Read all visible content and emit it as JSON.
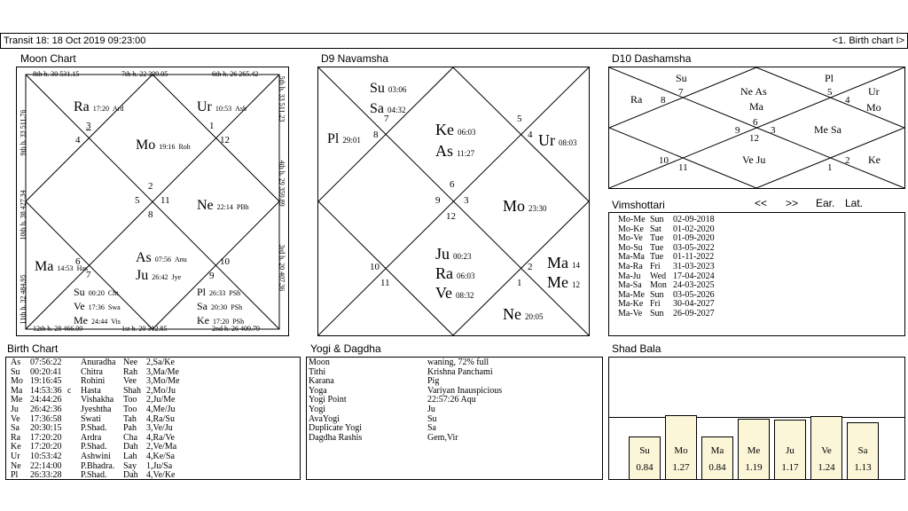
{
  "header": {
    "left": "Transit 18:   18 Oct 2019  09:23:00",
    "right": "<1. Birth chart I>"
  },
  "moon_chart": {
    "title": "Moon Chart",
    "house_labels": {
      "top": [
        "8th h.  30  531.15",
        "7th h.  22  399.05",
        "6th h.  26  265.42"
      ],
      "bottom": [
        "12th h.  28  466.09",
        "1st h.  20  312.85",
        "2nd h.  26  409.79"
      ],
      "left": [
        "9th h.  33  511.76",
        "10th h.  38  427.34",
        "11th h.  32  484.95"
      ],
      "right": [
        "5th h.  33  511.23",
        "4th h.  29  359.89",
        "3rd h.  20  407.36"
      ]
    },
    "signs": [
      "3",
      "4",
      "1",
      "12",
      "2",
      "5",
      "11",
      "8",
      "6",
      "7",
      "10",
      "9"
    ],
    "planets": [
      {
        "name": "Ra",
        "deg": "17:20",
        "nak": "Ard"
      },
      {
        "name": "Ur",
        "deg": "10:53",
        "nak": "Ash"
      },
      {
        "name": "Mo",
        "deg": "19:16",
        "nak": "Roh"
      },
      {
        "name": "Ne",
        "deg": "22:14",
        "nak": "PBh"
      },
      {
        "name": "Ma",
        "deg": "14:53",
        "nak": "Has"
      },
      {
        "name": "As",
        "deg": "07:56",
        "nak": "Anu"
      },
      {
        "name": "Ju",
        "deg": "26:42",
        "nak": "Jye"
      },
      {
        "name": "Su",
        "deg": "00:20",
        "nak": "Cht"
      },
      {
        "name": "Ve",
        "deg": "17:36",
        "nak": "Swa"
      },
      {
        "name": "Me",
        "deg": "24:44",
        "nak": "Vis"
      },
      {
        "name": "Pl",
        "deg": "26:33",
        "nak": "PSh"
      },
      {
        "name": "Sa",
        "deg": "20:30",
        "nak": "PSh"
      },
      {
        "name": "Ke",
        "deg": "17:20",
        "nak": "PSh"
      }
    ]
  },
  "d9": {
    "title": "D9 Navamsha",
    "signs": [
      "7",
      "8",
      "5",
      "4",
      "6",
      "9",
      "3",
      "12",
      "10",
      "11",
      "2",
      "1"
    ],
    "planets": [
      {
        "name": "Su",
        "deg": "03:06"
      },
      {
        "name": "Sa",
        "deg": "04:32"
      },
      {
        "name": "Pl",
        "deg": "29:01"
      },
      {
        "name": "Ke",
        "deg": "06:03"
      },
      {
        "name": "As",
        "deg": "11:27"
      },
      {
        "name": "Ur",
        "deg": "08:03"
      },
      {
        "name": "Mo",
        "deg": "23:30"
      },
      {
        "name": "Ju",
        "deg": "00:23"
      },
      {
        "name": "Ra",
        "deg": "06:03"
      },
      {
        "name": "Ve",
        "deg": "08:32"
      },
      {
        "name": "Ma",
        "deg": "14"
      },
      {
        "name": "Me",
        "deg": "12"
      },
      {
        "name": "Ne",
        "deg": "20:05"
      }
    ]
  },
  "d10": {
    "title": "D10 Dashamsha",
    "signs": [
      "7",
      "8",
      "5",
      "4",
      "6",
      "9",
      "3",
      "12",
      "10",
      "11",
      "1",
      "2"
    ],
    "planets": [
      "Su",
      "Pl",
      "Ra",
      "Ne As",
      "Ma",
      "Ur",
      "Mo",
      "Me Sa",
      "Ve Ju",
      "Ke"
    ]
  },
  "vimshottari": {
    "title": "Vimshottari",
    "nav": [
      "<<",
      ">>"
    ],
    "buttons": [
      "Ear.",
      "Lat."
    ],
    "rows": [
      [
        "Mo-Me",
        "Sun",
        "02-09-2018"
      ],
      [
        "Mo-Ke",
        "Sat",
        "01-02-2020"
      ],
      [
        "Mo-Ve",
        "Tue",
        "01-09-2020"
      ],
      [
        "Mo-Su",
        "Tue",
        "03-05-2022"
      ],
      [
        "Ma-Ma",
        "Tue",
        "01-11-2022"
      ],
      [
        "Ma-Ra",
        "Fri",
        "31-03-2023"
      ],
      [
        "Ma-Ju",
        "Wed",
        "17-04-2024"
      ],
      [
        "Ma-Sa",
        "Mon",
        "24-03-2025"
      ],
      [
        "Ma-Me",
        "Sun",
        "03-05-2026"
      ],
      [
        "Ma-Ke",
        "Fri",
        "30-04-2027"
      ],
      [
        "Ma-Ve",
        "Sun",
        "26-09-2027"
      ]
    ]
  },
  "birth_chart": {
    "title": "Birth Chart",
    "rows": [
      [
        "As",
        "07:56:22",
        "",
        "Anuradha",
        "Nee",
        "2,Sa/Ke"
      ],
      [
        "Su",
        "00:20:41",
        "",
        "Chitra",
        "Rah",
        "3,Ma/Me"
      ],
      [
        "Mo",
        "19:16:45",
        "",
        "Rohini",
        "Vee",
        "3,Mo/Me"
      ],
      [
        "Ma",
        "14:53:36",
        "c",
        "Hasta",
        "Shah",
        "2,Mo/Ju"
      ],
      [
        "Me",
        "24:44:26",
        "",
        "Vishakha",
        "Too",
        "2,Ju/Me"
      ],
      [
        "Ju",
        "26:42:36",
        "",
        "Jyeshtha",
        "Too",
        "4,Me/Ju"
      ],
      [
        "Ve",
        "17:36:58",
        "",
        "Swati",
        "Tah",
        "4,Ra/Su"
      ],
      [
        "Sa",
        "20:30:15",
        "",
        "P.Shad.",
        "Pah",
        "3,Ve/Ju"
      ],
      [
        "Ra",
        "17:20:20",
        "",
        "Ardra",
        "Cha",
        "4,Ra/Ve"
      ],
      [
        "Ke",
        "17:20:20",
        "",
        "P.Shad.",
        "Dah",
        "2,Ve/Ma"
      ],
      [
        "Ur",
        "10:53:42",
        "",
        "Ashwini",
        "Lah",
        "4,Ke/Sa"
      ],
      [
        "Ne",
        "22:14:00",
        "",
        "P.Bhadra.",
        "Say",
        "1,Ju/Sa"
      ],
      [
        "Pl",
        "26:33:28",
        "",
        "P.Shad.",
        "Dah",
        "4,Ve/Ke"
      ]
    ]
  },
  "yogi": {
    "title": "Yogi & Dagdha",
    "rows": [
      [
        "Moon",
        "waning, 72% full"
      ],
      [
        "Tithi",
        "Krishna  Panchami"
      ],
      [
        "Karana",
        "Pig"
      ],
      [
        "Yoga",
        "Variyan Inauspicious"
      ],
      [
        "Yogi Point",
        "22:57:26 Aqu"
      ],
      [
        "Yogi",
        "Ju"
      ],
      [
        "AvaYogi",
        "Su"
      ],
      [
        "Duplicate Yogi",
        "Sa"
      ],
      [
        "Dagdha Rashis",
        "Gem,Vir"
      ]
    ]
  },
  "shad_bala": {
    "title": "Shad Bala",
    "bars": [
      {
        "name": "Su",
        "value": "0.84"
      },
      {
        "name": "Mo",
        "value": "1.27"
      },
      {
        "name": "Ma",
        "value": "0.84"
      },
      {
        "name": "Me",
        "value": "1.19"
      },
      {
        "name": "Ju",
        "value": "1.17"
      },
      {
        "name": "Ve",
        "value": "1.24"
      },
      {
        "name": "Sa",
        "value": "1.13"
      }
    ]
  }
}
